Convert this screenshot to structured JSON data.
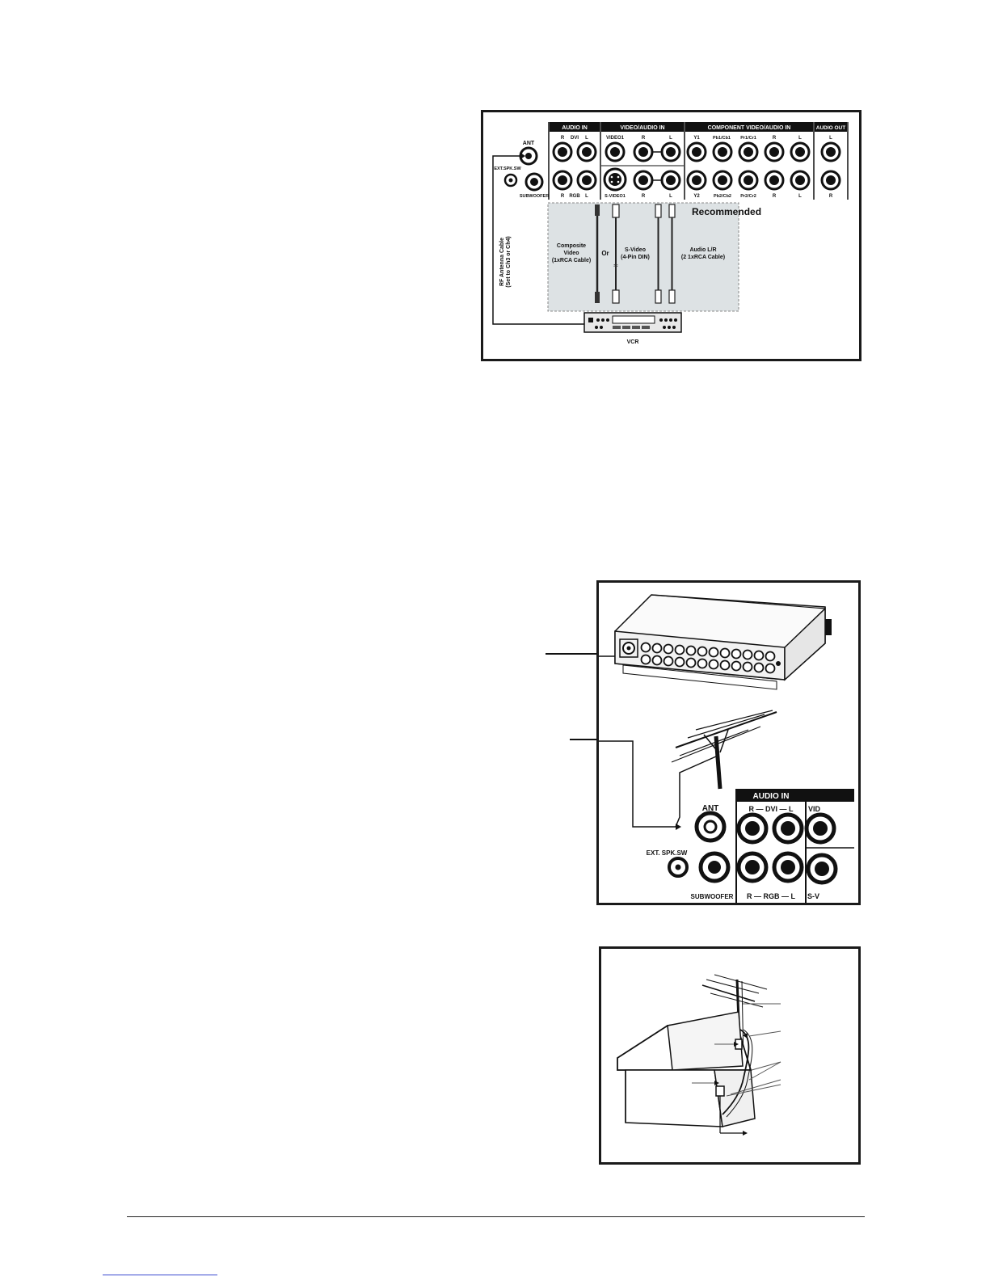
{
  "figure_vcr": {
    "panel_headers": [
      "AUDIO IN",
      "VIDEO/AUDIO IN",
      "COMPONENT VIDEO/AUDIO IN",
      "AUDIO OUT"
    ],
    "left_labels": {
      "ant": "ANT",
      "ext_spk": "EXT.SPK.SW",
      "subwoofer": "SUBWOOFER"
    },
    "top_row_labels": [
      "R",
      "DVI",
      "L",
      "VIDEO1",
      "R",
      "L",
      "Y1",
      "Pb1/Cb1",
      "Pr1/Cr1",
      "R",
      "L",
      "L"
    ],
    "bottom_row_labels": [
      "R",
      "RGB",
      "L",
      "S-VIDEO1",
      "R",
      "L",
      "Y2",
      "Pb2/Cb2",
      "Pr2/Cr2",
      "R",
      "L",
      "R"
    ],
    "recommended": "Recommended",
    "cable_composite": [
      "Composite",
      "Video",
      "(1xRCA Cable)"
    ],
    "cable_or": "Or",
    "cable_svideo": [
      "S-Video",
      "(4-Pin DIN)"
    ],
    "cable_audio": [
      "Audio L/R",
      "(2 1xRCA Cable)"
    ],
    "rf_cable": [
      "RF Antenna Cable",
      "(Set to Ch3 or Ch4)"
    ],
    "vcr_label": "VCR"
  },
  "figure_antenna": {
    "audio_in_header": "AUDIO IN",
    "partial_header": "VID",
    "ant": "ANT",
    "dvi_row": "R — DVI — L",
    "ext_spk": "EXT. SPK.SW",
    "subwoofer": "SUBWOOFER",
    "rgb_row": "R — RGB — L",
    "partial_svideo": "S-V"
  }
}
